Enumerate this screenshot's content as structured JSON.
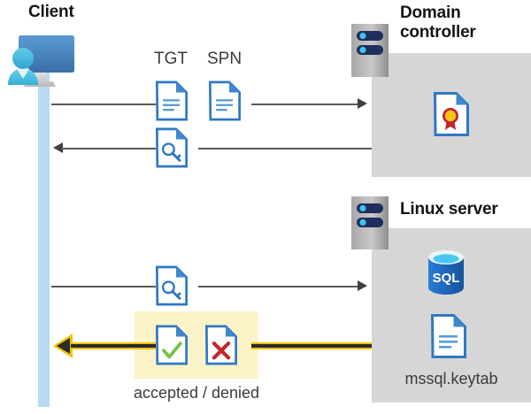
{
  "diagram": {
    "title": "Kerberos authentication flow between client, domain controller and Linux server",
    "type": "sequence-diagram"
  },
  "actors": {
    "client": {
      "label": "Client",
      "icon": "client-computer-user-icon"
    },
    "domain_controller": {
      "label": "Domain controller",
      "icon": "server-rack-icon",
      "contents": [
        {
          "icon": "certificate-document-icon",
          "caption": ""
        }
      ]
    },
    "linux_server": {
      "label": "Linux server",
      "icon": "server-rack-icon",
      "contents": [
        {
          "icon": "sql-database-icon",
          "caption": "SQL"
        },
        {
          "icon": "document-lines-icon",
          "caption": "mssql.keytab"
        }
      ]
    }
  },
  "messages": [
    {
      "id": "request-tgt-spn",
      "direction": "right",
      "artifacts": [
        {
          "label": "TGT",
          "icon": "document-lines-icon"
        },
        {
          "label": "SPN",
          "icon": "document-lines-icon"
        }
      ]
    },
    {
      "id": "issue-service-ticket",
      "direction": "left",
      "artifacts": [
        {
          "label": "",
          "icon": "document-key-icon"
        }
      ]
    },
    {
      "id": "present-service-ticket",
      "direction": "right",
      "artifacts": [
        {
          "label": "",
          "icon": "document-key-icon"
        }
      ]
    },
    {
      "id": "auth-result",
      "direction": "left",
      "highlighted": true,
      "caption": "accepted / denied",
      "artifacts": [
        {
          "label": "",
          "icon": "document-check-icon"
        },
        {
          "label": "",
          "icon": "document-x-icon"
        }
      ]
    }
  ],
  "labels": {
    "tgt": "TGT",
    "spn": "SPN",
    "accepted_denied": "accepted / denied",
    "sql": "SQL",
    "keytab_filename": "mssql.keytab",
    "client_title": "Client",
    "domain_controller_line1": "Domain",
    "domain_controller_line2": "controller",
    "linux_server_title": "Linux server"
  },
  "colors": {
    "panel_gray": "#d6d6d6",
    "lifeline_blue": "#b9d9f2",
    "highlight_yellow": "#fcf3c8",
    "arrow_gold": "#f2c200",
    "doc_border_blue": "#2f78c4",
    "accent_green": "#7ac143",
    "accent_red": "#c1272d",
    "sql_blue": "#1f6fc4",
    "text_dark": "#141414"
  }
}
